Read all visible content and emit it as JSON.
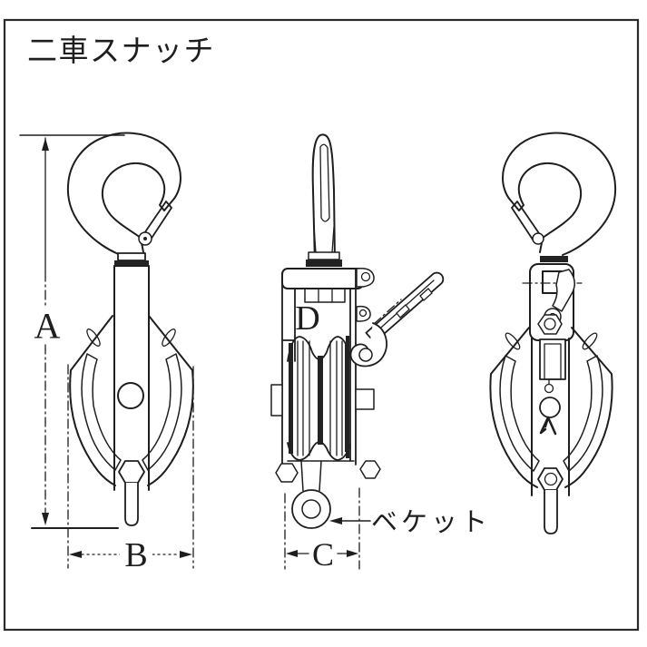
{
  "figure": {
    "title": "二車スナッチ"
  },
  "dimension_labels": {
    "a": "A",
    "b": "B",
    "c": "C",
    "d": "D"
  },
  "annotations": {
    "becket": "ベケット"
  },
  "colors": {
    "ink": "#1e1e1e",
    "paper": "#ffffff",
    "frame": "#2b2b2b"
  }
}
